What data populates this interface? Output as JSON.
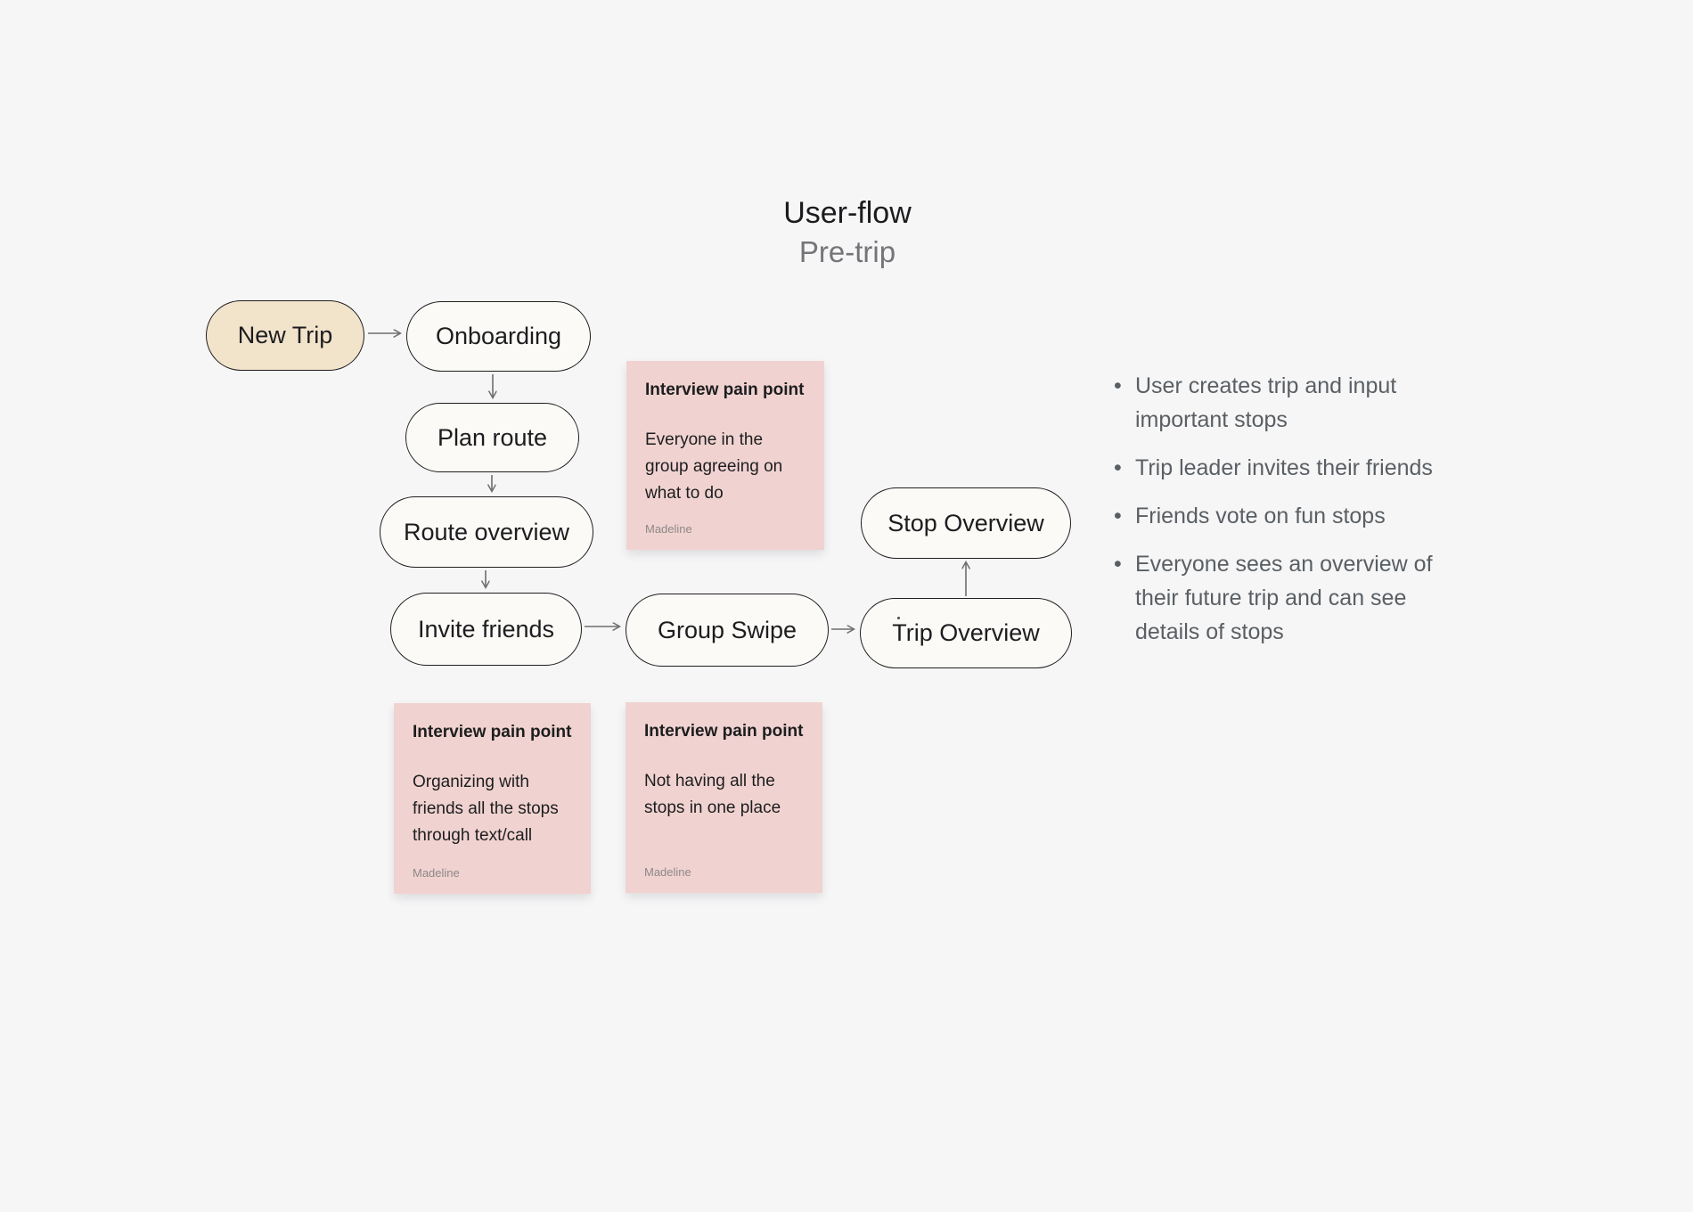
{
  "title": {
    "text": "User-flow",
    "subtitle": "Pre-trip"
  },
  "flow": {
    "nodes": [
      {
        "id": "new-trip",
        "label": "New Trip",
        "fill": "#f2e3cb"
      },
      {
        "id": "onboarding",
        "label": "Onboarding",
        "fill": "#fbfaf7"
      },
      {
        "id": "plan-route",
        "label": "Plan route",
        "fill": "#fbfaf7"
      },
      {
        "id": "route-overview",
        "label": "Route overview",
        "fill": "#fbfaf7"
      },
      {
        "id": "invite-friends",
        "label": "Invite friends",
        "fill": "#fbfaf7"
      },
      {
        "id": "group-swipe",
        "label": "Group Swipe",
        "fill": "#fbfaf7"
      },
      {
        "id": "stop-overview",
        "label": "Stop Overview",
        "fill": "#fbfaf7"
      },
      {
        "id": "trip-overview",
        "label": "Trip Overview",
        "fill": "#fbfaf7"
      }
    ],
    "connectors": [
      {
        "from": "new-trip",
        "to": "onboarding"
      },
      {
        "from": "onboarding",
        "to": "plan-route"
      },
      {
        "from": "plan-route",
        "to": "route-overview"
      },
      {
        "from": "route-overview",
        "to": "invite-friends"
      },
      {
        "from": "invite-friends",
        "to": "group-swipe"
      },
      {
        "from": "group-swipe",
        "to": "trip-overview"
      },
      {
        "from": "trip-overview",
        "to": "stop-overview"
      }
    ]
  },
  "stickies": [
    {
      "title": "Interview pain point",
      "body": "Everyone in the\ngroup agreeing on\nwhat to do",
      "author": "Madeline"
    },
    {
      "title": "Interview pain point",
      "body": "Organizing with\nfriends all the stops\nthrough text/call",
      "author": "Madeline"
    },
    {
      "title": "Interview pain point",
      "body": "Not having all the\nstops in one place",
      "author": "Madeline"
    }
  ],
  "notes": {
    "bullets": [
      "User creates trip and input\nimportant stops",
      "Trip leader invites their friends",
      "Friends vote on fun stops",
      "Everyone sees an overview of\ntheir future trip and can see\ndetails of stops"
    ],
    "bullet_glyph": "•"
  },
  "colors": {
    "background": "#f6f6f7",
    "node_fill": "#fbfaf7",
    "node_accent_fill": "#f2e3cb",
    "node_border": "#1f1f20",
    "sticky_fill": "#f0d3d0",
    "arrow": "#6e6e6e",
    "text_primary": "#1d1d1f",
    "text_secondary": "#5a5f63",
    "text_muted": "#8e8788"
  }
}
